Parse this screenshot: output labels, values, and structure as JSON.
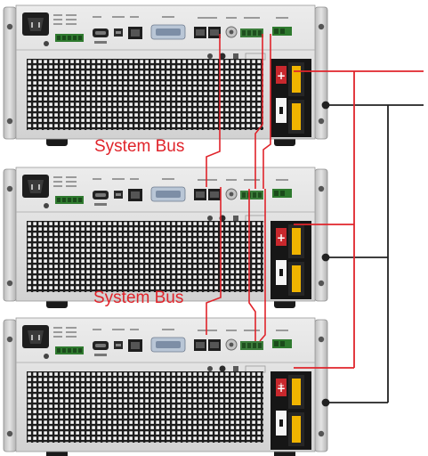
{
  "diagram": {
    "units_count": 3,
    "bus_labels": [
      "System Bus",
      "System Bus"
    ],
    "terminals": {
      "positive": "+",
      "negative": "−"
    },
    "colors": {
      "bus_red": "#e0242b",
      "wire_black": "#222222",
      "chassis": "#d9d9d9",
      "grille": "#1f1f1f",
      "terminal_yellow": "#f0b400",
      "terminal_block": "#161616",
      "positive_box": "#c8282d"
    }
  }
}
